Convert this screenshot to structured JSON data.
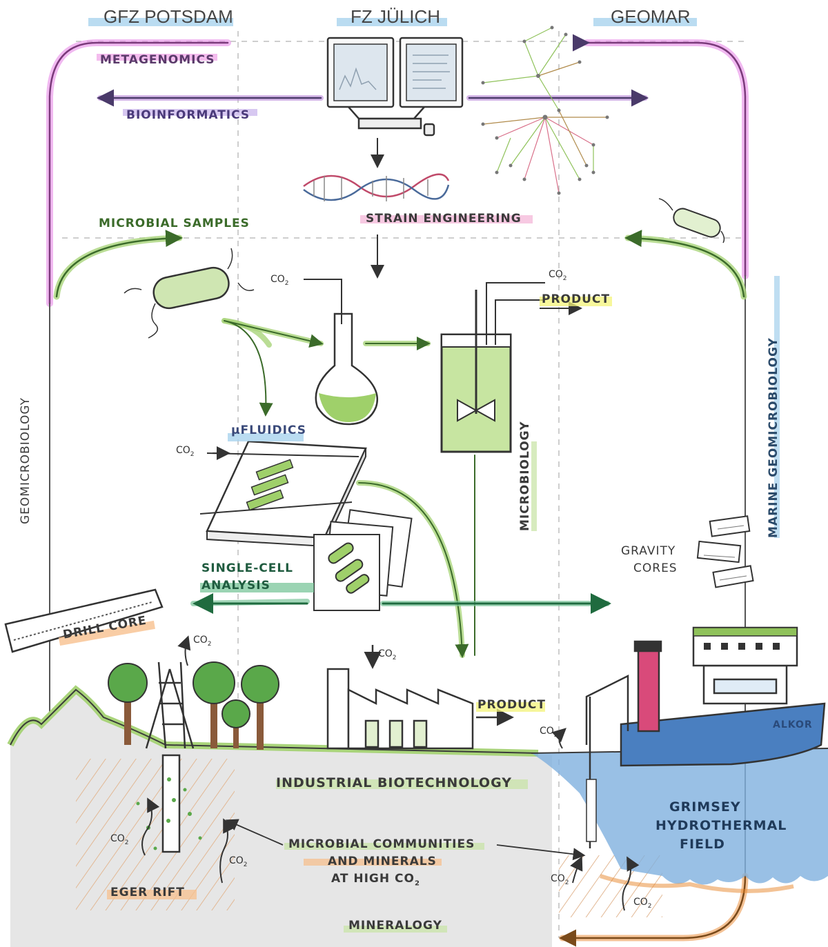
{
  "institutions": {
    "left": "GFZ POTSDAM",
    "center": "FZ JÜLICH",
    "right": "GEOMAR"
  },
  "labels": {
    "metagenomics": "METAGENOMICS",
    "bioinformatics": "BIOINFORMATICS",
    "strain_engineering": "STRAIN ENGINEERING",
    "microbial_samples": "MICROBIAL SAMPLES",
    "product_top": "PRODUCT",
    "ufluidics": "µFLUIDICS",
    "microbiology": "MICROBIOLOGY",
    "single_cell_line1": "SINGLE-CELL",
    "single_cell_line2": "ANALYSIS",
    "gravity_line1": "GRAVITY",
    "gravity_line2": "CORES",
    "drill_core": "DRILL CORE",
    "product_bottom": "PRODUCT",
    "alkor": "ALKOR",
    "industrial_biotech": "INDUSTRIAL BIOTECHNOLOGY",
    "grimsey_line1": "GRIMSEY",
    "grimsey_line2": "HYDROTHERMAL",
    "grimsey_line3": "FIELD",
    "microbial_comm_line1": "MICROBIAL COMMUNITIES",
    "microbial_comm_line2": "AND MINERALS",
    "microbial_comm_line3": "AT HIGH CO",
    "eger_rift": "EGER RIFT",
    "mineralogy": "MINERALOGY",
    "geomicrobiology": "GEOMICROBIOLOGY",
    "marine_geomicrobiology": "MARINE GEOMICROBIOLOGY"
  },
  "co2": {
    "text": "CO",
    "sub": "2"
  },
  "colors": {
    "magenta": "#d63fd6",
    "green": "#8fc25a",
    "green_dark": "#2e8b57",
    "orange": "#e8852a",
    "blue_sea": "#7fb0de",
    "blue_highlight": "#a9d3ee",
    "purple": "#6a4c9c",
    "yellow": "#f4f47a",
    "pink": "#f0a5d0",
    "tree": "#5aa84a",
    "ground": "#e6e6e6"
  }
}
